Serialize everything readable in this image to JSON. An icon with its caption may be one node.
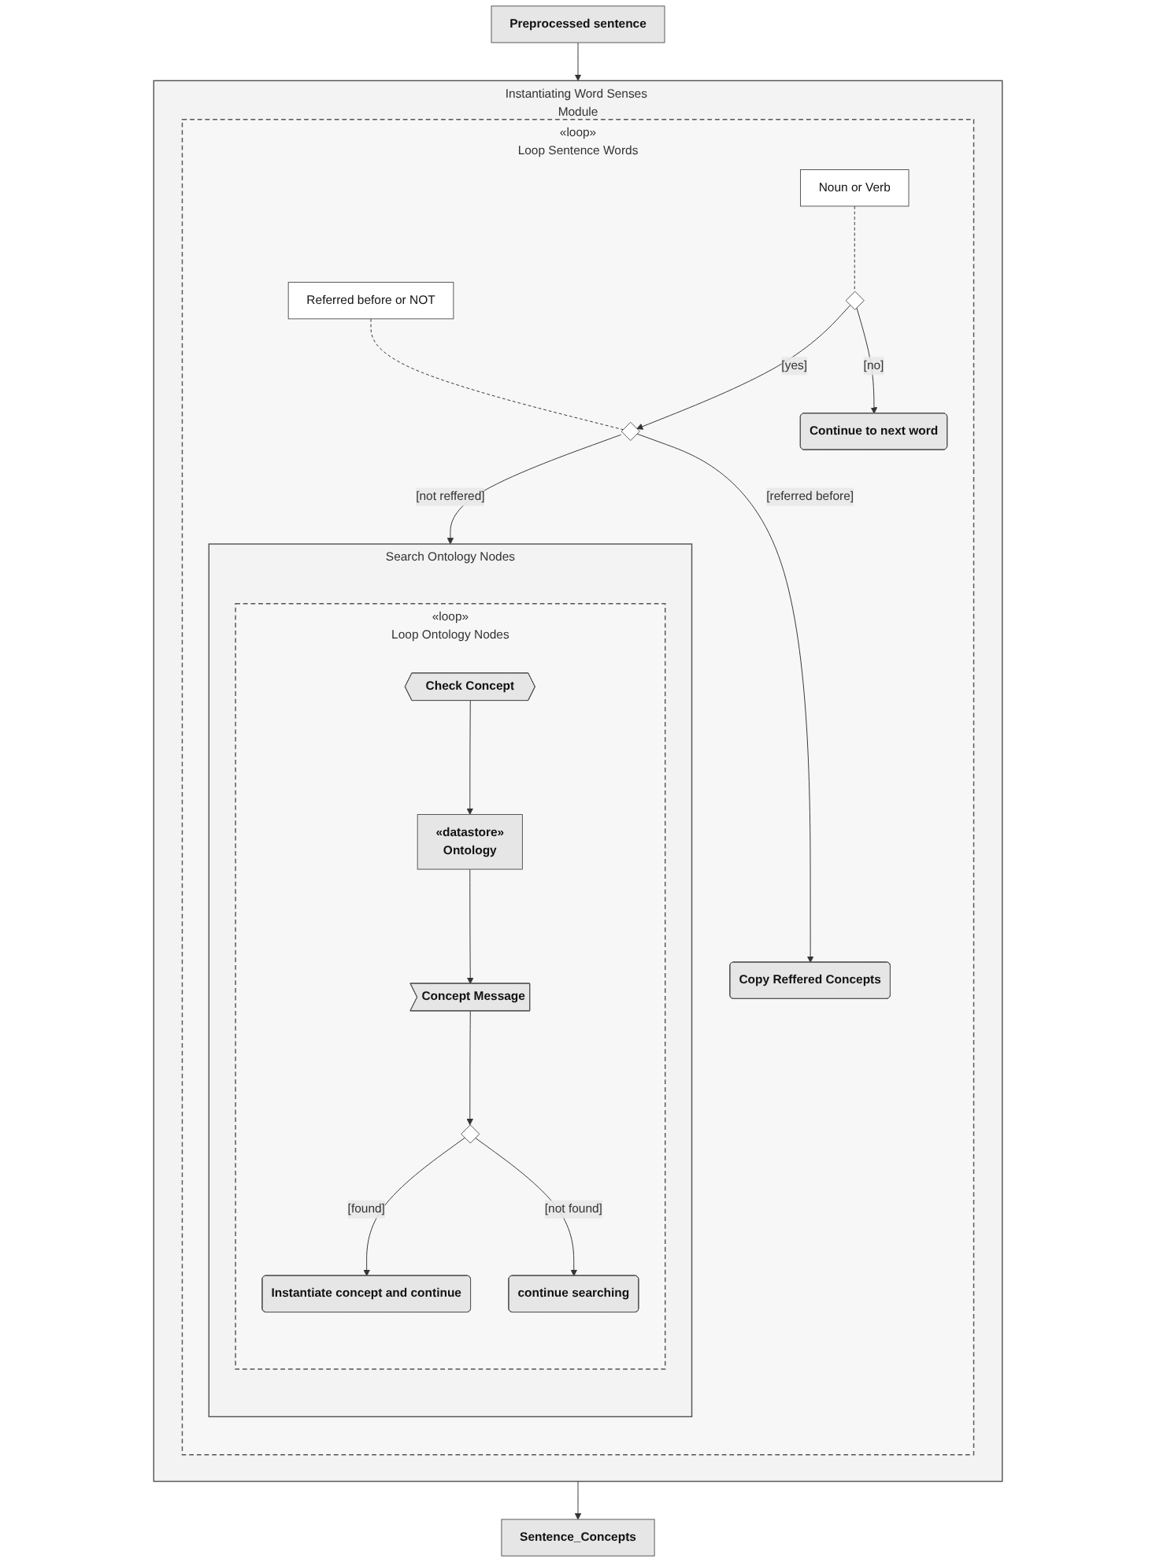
{
  "diagram": {
    "nodes": [
      {
        "text": [
          "Preprocessed sentence"
        ]
      },
      {
        "text": [
          "Instantiating Word Senses Module"
        ]
      },
      {
        "text": [
          "«loop»",
          "Loop Sentence Words"
        ],
        "in": 1
      },
      {
        "text": [
          "Referred before or NOT"
        ],
        "in": 2
      },
      {
        "text": [
          "Noun or Verb"
        ],
        "in": 2
      },
      {
        "text": [],
        "shape": "diamond",
        "in": 2
      },
      {
        "text": [],
        "shape": "diamond",
        "in": 2
      },
      {
        "text": [
          "Continue to next word"
        ],
        "in": 2
      },
      {
        "text": [
          "Copy Reffered Concepts"
        ],
        "in": 2
      },
      {
        "text": [
          "Search Ontology Nodes"
        ],
        "in": 2
      },
      {
        "text": [
          "«loop»",
          "Loop Ontology Nodes"
        ],
        "in": 9
      },
      {
        "text": [
          "Check Concept"
        ],
        "in": 10
      },
      {
        "text": [
          "«datastore»",
          "Ontology"
        ],
        "in": 10
      },
      {
        "text": [
          "Concept Message"
        ],
        "in": 10
      },
      {
        "text": [
          "Instantiate concept and continue"
        ],
        "in": 10
      },
      {
        "text": [
          "continue searching"
        ],
        "in": 10
      },
      {
        "text": [],
        "shape": "diamond",
        "in": 10
      },
      {
        "text": [
          "Sentence_Concepts"
        ]
      }
    ],
    "edges": [
      {
        "from": 0,
        "to": 1,
        "arrow": "to"
      },
      {
        "from": 3,
        "to": 6,
        "arrow": "none",
        "style": "dashed"
      },
      {
        "from": 4,
        "to": 5,
        "arrow": "none",
        "style": "dashed"
      },
      {
        "from": 5,
        "to": 6,
        "arrow": "to",
        "label": "[yes]"
      },
      {
        "from": 5,
        "to": 7,
        "arrow": "to",
        "label": "[no]"
      },
      {
        "from": 6,
        "to": 8,
        "arrow": "to",
        "label": "[referred before]"
      },
      {
        "from": 6,
        "to": 9,
        "arrow": "to",
        "label": "[not reffered]"
      },
      {
        "from": 11,
        "to": 12,
        "arrow": "to"
      },
      {
        "from": 12,
        "to": 13,
        "arrow": "to"
      },
      {
        "from": 13,
        "to": 16,
        "arrow": "to"
      },
      {
        "from": 16,
        "to": 14,
        "arrow": "to",
        "label": "[found]"
      },
      {
        "from": 16,
        "to": 15,
        "arrow": "to",
        "label": "[not found]"
      },
      {
        "from": 1,
        "to": 17,
        "arrow": "to"
      }
    ]
  }
}
